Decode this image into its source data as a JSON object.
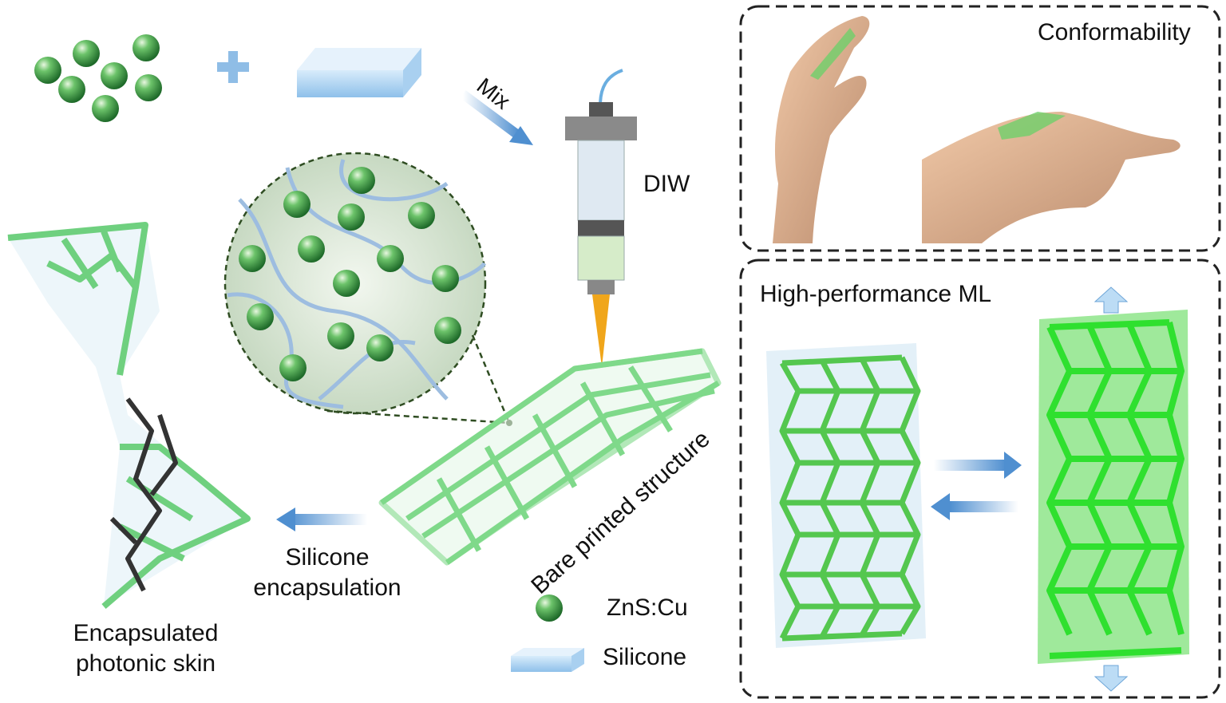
{
  "labels": {
    "mix": "Mix",
    "diw": "DIW",
    "conformability": "Conformability",
    "high_performance": "High-performance ML",
    "bare_printed": "Bare printed structure",
    "silicone_encapsulation_1": "Silicone",
    "silicone_encapsulation_2": "encapsulation",
    "encapsulated_1": "Encapsulated",
    "encapsulated_2": "photonic skin"
  },
  "legend": [
    {
      "label": "ZnS:Cu",
      "icon": "green-sphere-icon"
    },
    {
      "label": "Silicone",
      "icon": "silicone-block-icon"
    }
  ],
  "colors": {
    "green": "#3fbf3f",
    "blue": "#6ea6d8",
    "dashed": "#222222"
  }
}
